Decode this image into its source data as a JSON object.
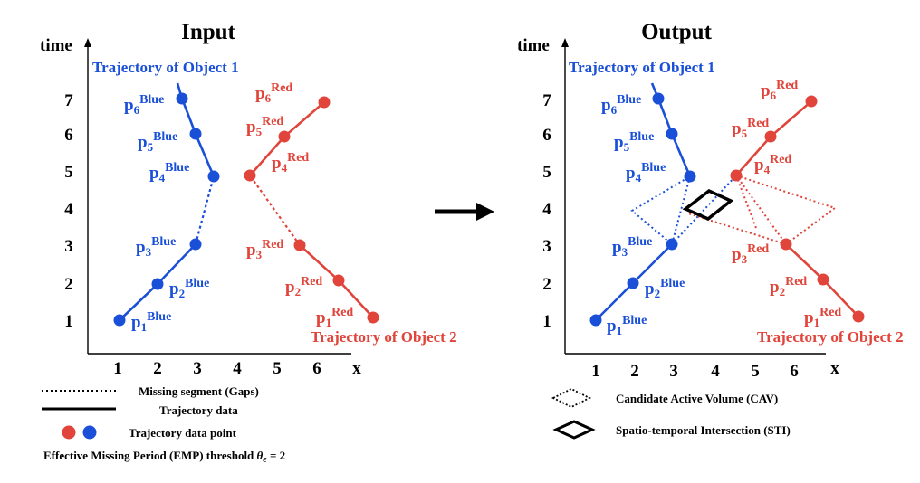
{
  "colors": {
    "blue": "#1a4fd8",
    "red": "#e0443a",
    "black": "#000000"
  },
  "input_panel": {
    "title": "Input",
    "y_axis_label": "time",
    "x_axis_label": "x",
    "x_ticks": [
      "1",
      "2",
      "3",
      "4",
      "5",
      "6"
    ],
    "y_ticks": [
      "1",
      "2",
      "3",
      "4",
      "5",
      "6",
      "7"
    ],
    "object1_label": "Trajectory of Object 1",
    "object2_label": "Trajectory of Object 2"
  },
  "output_panel": {
    "title": "Output",
    "y_axis_label": "time",
    "x_axis_label": "x",
    "x_ticks": [
      "1",
      "2",
      "3",
      "4",
      "5",
      "6"
    ],
    "y_ticks": [
      "1",
      "2",
      "3",
      "4",
      "5",
      "6",
      "7"
    ],
    "object1_label": "Trajectory of Object 1",
    "object2_label": "Trajectory of Object 2"
  },
  "points": {
    "base": "p",
    "blue_sup": "Blue",
    "red_sup": "Red",
    "subs": [
      "1",
      "2",
      "3",
      "4",
      "5",
      "6"
    ]
  },
  "legend_left": {
    "gap": "Missing segment (Gaps)",
    "trajectory": "Trajectory data",
    "points": "Trajectory data point",
    "threshold_prefix": "Effective Missing Period (EMP) threshold ",
    "theta": "θ",
    "theta_sub": "e",
    "threshold_suffix": " = 2"
  },
  "legend_right": {
    "cav": "Candidate Active Volume (CAV)",
    "sti": "Spatio-temporal Intersection (STI)"
  }
}
